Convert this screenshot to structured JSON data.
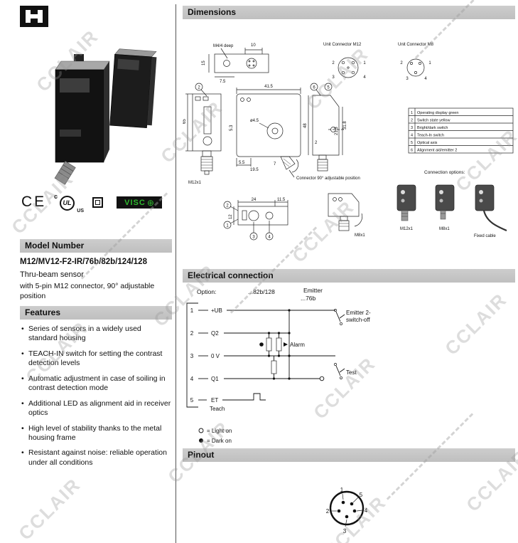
{
  "watermark": {
    "text": "CCLAIR"
  },
  "digits": [
    "1",
    "2",
    "3",
    "4",
    "5",
    "6"
  ],
  "left": {
    "certs": {
      "ce": "CE",
      "ul_c": "c",
      "ul": "UL",
      "ul_us": "US",
      "brand": "VISC",
      "brand_plus": "⊕"
    },
    "model": {
      "header": "Model Number",
      "number": "M12/MV12-F2-IR/76b/82b/124/128",
      "type": "Thru-beam sensor",
      "desc": "with 5-pin M12 connector, 90° adjustable position"
    },
    "features": {
      "header": "Features",
      "items": [
        "Series of sensors in a widely used standard housing",
        "TEACH-IN switch for setting the contrast detection levels",
        "Automatic adjustment in case of soiling in contrast detection mode",
        "Additional LED as alignment aid in receiver optics",
        "High level of stability thanks to the metal housing frame",
        "Resistant against noise: reliable operation under all conditions"
      ]
    }
  },
  "dims": {
    "header": "Dimensions",
    "m4": "M4/4 deep",
    "d10": "10",
    "d75": "7.5",
    "d15": "15",
    "conn_m12": "Unit Connector M12",
    "conn_m8": "Unit Connector M8",
    "legend": [
      "Operating display green",
      "Switch state yellow",
      "Bright/dark switch",
      "Teach-In switch",
      "Optical axis",
      "Alignment aid/emitter 2"
    ],
    "d415": "41.5",
    "d65": "65",
    "m12x1": "M12x1",
    "dia45": "ø4.5",
    "d53": "5.3",
    "d55": "5.5",
    "d195": "19.5",
    "d7": "7",
    "d48": "48",
    "d318": "31.8",
    "d213": "21.3",
    "d2": "2",
    "d24": "24",
    "d115": "11.5",
    "d12": "12",
    "m8x1": "M8x1",
    "note": "Connector 90° adjustable position",
    "options_title": "Connection options:",
    "options": [
      "M12x1",
      "M8x1",
      "Fixed cable"
    ]
  },
  "elec": {
    "header": "Electrical connection",
    "option_label": "Option:",
    "option_value": "...82b/128",
    "emitter_label": "Emitter",
    "emitter_value": "...76b",
    "pins": [
      {
        "n": "1",
        "l": "+UB"
      },
      {
        "n": "2",
        "l": "Q2"
      },
      {
        "n": "3",
        "l": "0 V"
      },
      {
        "n": "4",
        "l": "Q1"
      },
      {
        "n": "5",
        "l": "ET"
      }
    ],
    "teach": "Teach",
    "alarm": "Alarm",
    "test": "Test",
    "emitter_switch_1": "Emitter 2-",
    "emitter_switch_2": "switch-off",
    "legend_light": "= Light on",
    "legend_dark": "= Dark on"
  },
  "pinout": {
    "header": "Pinout"
  }
}
